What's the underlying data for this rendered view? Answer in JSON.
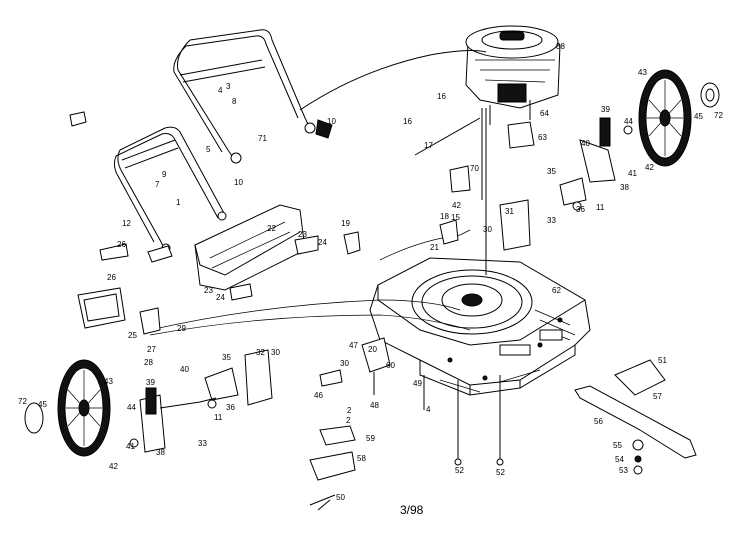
{
  "page_number": "3/98",
  "callouts": {
    "c1": "43",
    "c2": "72",
    "c3": "45",
    "c4": "44",
    "c5": "39",
    "c6": "40",
    "c7": "41",
    "c8": "38",
    "c9": "42",
    "c10": "64",
    "c11": "63",
    "c12": "88",
    "c13": "16",
    "c14": "16",
    "c15": "17",
    "c16": "70",
    "c17": "42",
    "c18": "35",
    "c19": "36",
    "c20": "11",
    "c21": "31",
    "c22": "33",
    "c23": "18",
    "c24": "30",
    "c25": "62",
    "c26": "4",
    "c27": "3",
    "c28": "71",
    "c29": "10",
    "c30": "10",
    "c31": "5",
    "c32": "7",
    "c33": "12",
    "c34": "22",
    "c35": "19",
    "c36": "23",
    "c37": "24",
    "c38": "26",
    "c39": "26",
    "c40": "23",
    "c41": "24",
    "c42": "25",
    "c43": "29",
    "c44": "27",
    "c45": "28",
    "c46": "43",
    "c47": "72",
    "c48": "45",
    "c49": "44",
    "c50": "39",
    "c51": "40",
    "c52": "41",
    "c53": "42",
    "c54": "38",
    "c55": "35",
    "c56": "36",
    "c57": "11",
    "c58": "32",
    "c59": "30",
    "c60": "33",
    "c61": "46",
    "c62": "2",
    "c63": "59",
    "c64": "58",
    "c65": "50",
    "c66": "48",
    "c67": "49",
    "c68": "30",
    "c69": "52",
    "c70": "52",
    "c71": "51",
    "c72": "57",
    "c73": "56",
    "c74": "55",
    "c75": "54",
    "c76": "53",
    "c77": "15",
    "c78": "21",
    "c79": "20",
    "c80": "60",
    "c81": "47",
    "c82": "4",
    "c83": "8",
    "c84": "1",
    "c85": "2",
    "c86": "9"
  }
}
